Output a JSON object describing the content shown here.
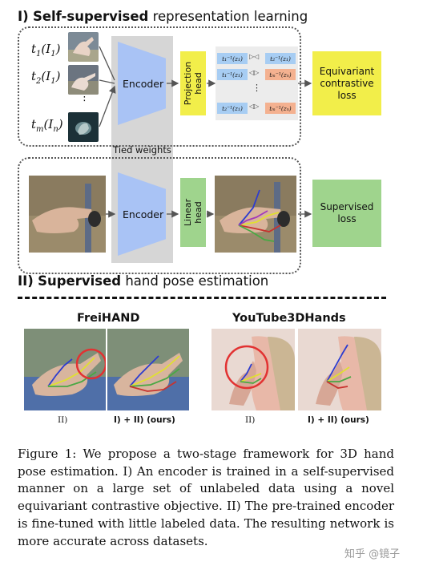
{
  "header_top": {
    "numeral": "I)",
    "bold": "Self-supervised",
    "rest": "representation learning"
  },
  "header_bottom": {
    "numeral": "II)",
    "bold": "Supervised",
    "rest": "hand pose estimation"
  },
  "transforms": [
    {
      "fn": "t",
      "sub": "1",
      "arg": "I",
      "argsub": "1"
    },
    {
      "fn": "t",
      "sub": "2",
      "arg": "I",
      "argsub": "1"
    },
    {
      "fn": "t",
      "sub": "m",
      "arg": "I",
      "argsub": "n"
    }
  ],
  "vertical_dots": "⋮",
  "encoder_label": "Encoder",
  "projection_head_label": "Projection head",
  "linear_head_label": "Linear head",
  "tied_weights_label": "Tied weights",
  "pair_rows": [
    {
      "left": "t₁⁻¹(z₁)",
      "right": "t₂⁻¹(z₁)",
      "arrow": "▷◁"
    },
    {
      "left": "t₁⁻¹(z₁)",
      "right": "tₘ⁻¹(zₙ)",
      "arrow": "◁▷"
    },
    {
      "left": "t₂⁻¹(z₁)",
      "right": "tₘ⁻¹(zₙ)",
      "arrow": "◁▷"
    }
  ],
  "equivariant_loss_label": "Equivariant contrastive loss",
  "supervised_loss_label": "Supervised loss",
  "dataset_titles": [
    "FreiHAND",
    "YouTube3DHands"
  ],
  "result_captions": [
    "II)",
    "I) + II) (ours)",
    "II)",
    "I) + II) (ours)"
  ],
  "caption": "Figure 1:  We propose a two-stage framework for 3D hand pose estimation.  I) An encoder is trained in a self-supervised manner on a large set of unlabeled data using a novel equivariant contrastive objective.  II) The pre-trained encoder is fine-tuned with little labeled data.  The resulting network is more accurate across datasets.",
  "watermark": "知乎 @镜子",
  "colors": {
    "encoder": "#a9c3f5",
    "yellow": "#f2ee4a",
    "green": "#9fd48d",
    "blue_cell": "#a7cdf3",
    "orange_cell": "#f4b190",
    "tied": "#d6d6d6"
  }
}
